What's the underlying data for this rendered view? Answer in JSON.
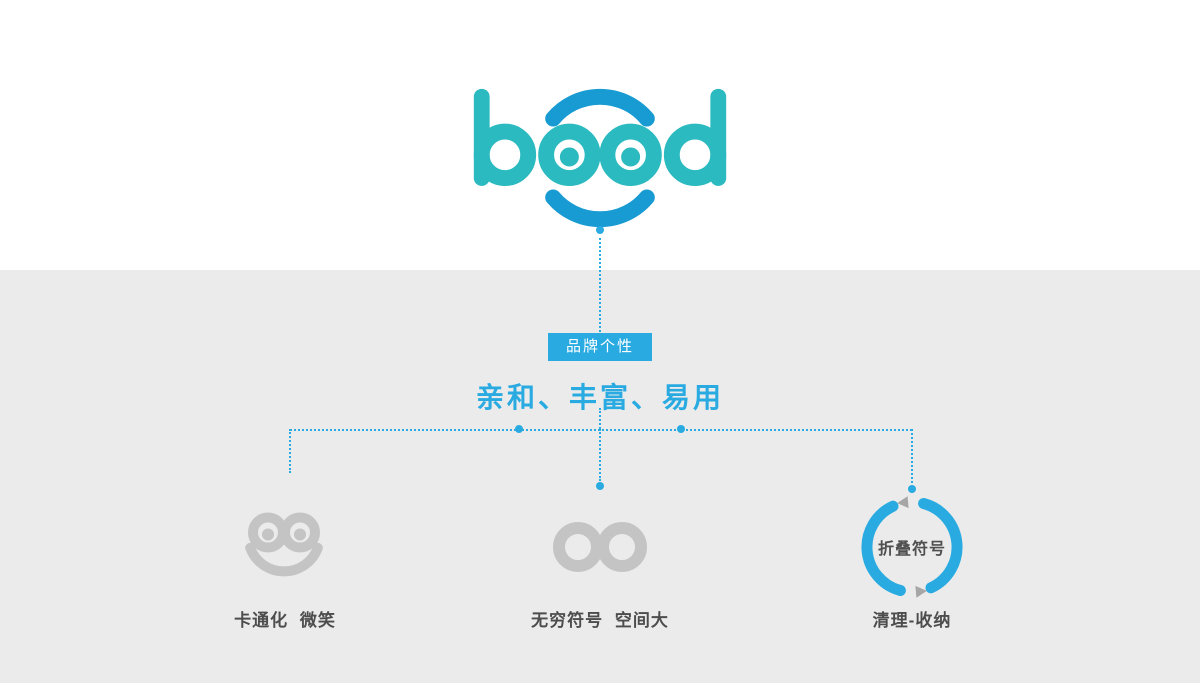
{
  "slide": {
    "background_top": "#ffffff",
    "background_bottom": "#ebebeb"
  },
  "logo": {
    "text": "bood",
    "letter_color": "#2bbac0",
    "arc_color": "#189ad2"
  },
  "diagram": {
    "accent_color": "#29abe2",
    "label": "品牌个性",
    "heading": "亲和、丰富、易用",
    "nodes": [
      {
        "id": "cartoon-face",
        "icon": "cartoon-face-icon",
        "icon_color": "#c4c4c4",
        "label": "卡通化 微笑"
      },
      {
        "id": "infinity",
        "icon": "infinity-icon",
        "icon_color": "#c4c4c4",
        "label": "无穷符号 空间大"
      },
      {
        "id": "fold-cycle",
        "icon": "cycle-arrows-icon",
        "icon_color": "#29abe2",
        "inner_label": "折叠符号",
        "label": "清理-收纳"
      }
    ]
  }
}
